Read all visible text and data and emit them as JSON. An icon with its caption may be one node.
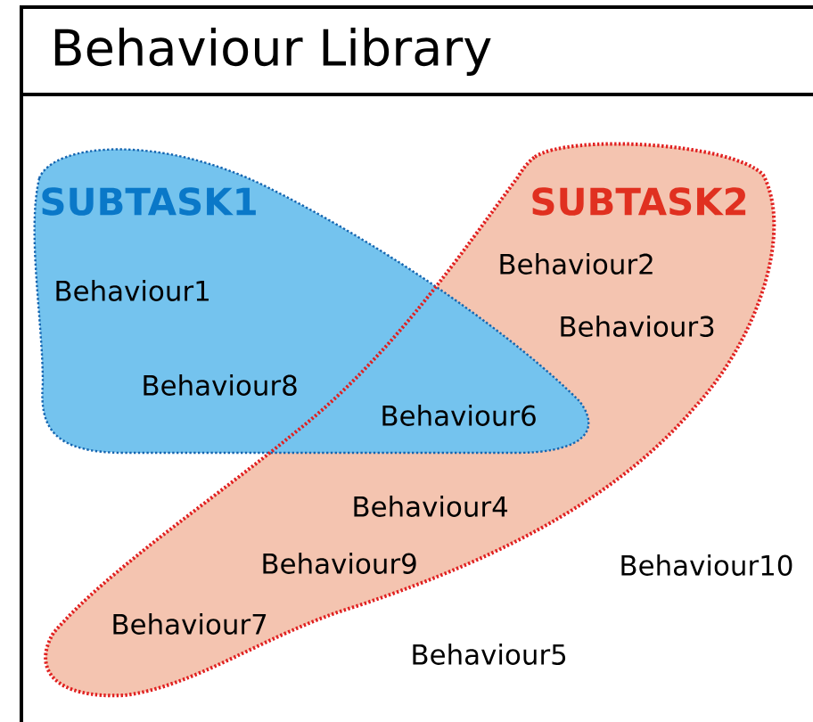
{
  "diagram": {
    "nodes": [
      {
        "text": [
          "Behaviour Library"
        ]
      },
      {
        "text": [
          "SUBTASK1"
        ],
        "in": 0
      },
      {
        "text": [
          "SUBTASK2"
        ],
        "in": 0
      }
    ],
    "labels": [
      "Behaviour2",
      "Behaviour1",
      "Behaviour3",
      "Behaviour8",
      "Behaviour6",
      "Behaviour4",
      "Behaviour9",
      "Behaviour10",
      "Behaviour7",
      "Behaviour5"
    ]
  }
}
